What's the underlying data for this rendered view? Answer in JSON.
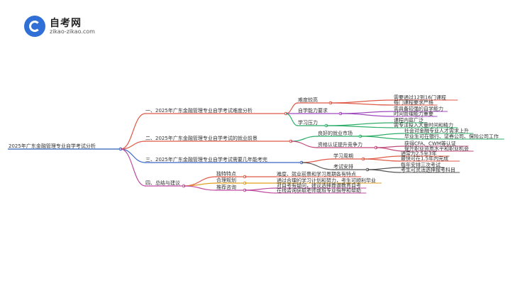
{
  "brand": {
    "title": "自考网",
    "url": "zikao-zikao.com"
  },
  "root": "2025年广东金融管理专业自学考试分析",
  "branches": [
    {
      "label": "一、2025年广东金融管理专业自学考试难度分析",
      "children": [
        {
          "label": "难度较高",
          "leaves": [
            "需要通过12到16门课程",
            "每门课程要求严格"
          ]
        },
        {
          "label": "自学能力要求",
          "leaves": [
            "需具备较强的自学能力",
            "时间管理能力重要"
          ]
        },
        {
          "label": "学习压力",
          "leaves": [
            "课程内容广泛",
            "需专注投入大量时间和精力"
          ]
        }
      ]
    },
    {
      "label": "二、2025年广东金融管理专业自学考试的就业前景",
      "children": [
        {
          "label": "良好的就业市场",
          "leaves": [
            "社会对金融专业人才需求上升",
            "毕业生可在银行、证券公司、保险公司工作"
          ]
        },
        {
          "label": "资格认证提升竞争力",
          "leaves": [
            "获得CFA、CWM等认证",
            "提升职业资质水平和职业机会"
          ]
        }
      ]
    },
    {
      "label": "三、2025年广东金融管理专业自学考试需要几年能考完",
      "children": [
        {
          "label": "学习周期",
          "leaves": [
            "通常为2.5至3年",
            "最快可在1.5年内完成"
          ]
        },
        {
          "label": "考试安排",
          "leaves": [
            "每年安排三次考试",
            "考生可灵活选择报考科目"
          ]
        }
      ]
    },
    {
      "label": "四、总结与建议",
      "children": [
        {
          "label": "独特特点",
          "leaves": [
            "难度、就业前景和学习周期各有特点"
          ]
        },
        {
          "label": "合理规划",
          "leaves": [
            "通过合理的学习计划和努力，考生可顺利毕业"
          ]
        },
        {
          "label": "推荐咨询",
          "leaves": [
            "对自考有疑问，建议选择靠谱教育自考",
            "在线咨询获取老师或班专业指导和帮助"
          ]
        }
      ]
    }
  ],
  "colors": {
    "root": "#2b5fb8",
    "branches": [
      "#e05a48",
      "#e05a48",
      "#3a68c8",
      "#c04aa0"
    ],
    "children": [
      [
        "#e05a48",
        "#a04ac0",
        "#2fae6a"
      ],
      [
        "#2fae6a",
        "#c04a7a"
      ],
      [
        "#e05a48",
        "#555555"
      ],
      [
        "#e05a48",
        "#e0a020",
        "#c04aa0"
      ]
    ]
  }
}
